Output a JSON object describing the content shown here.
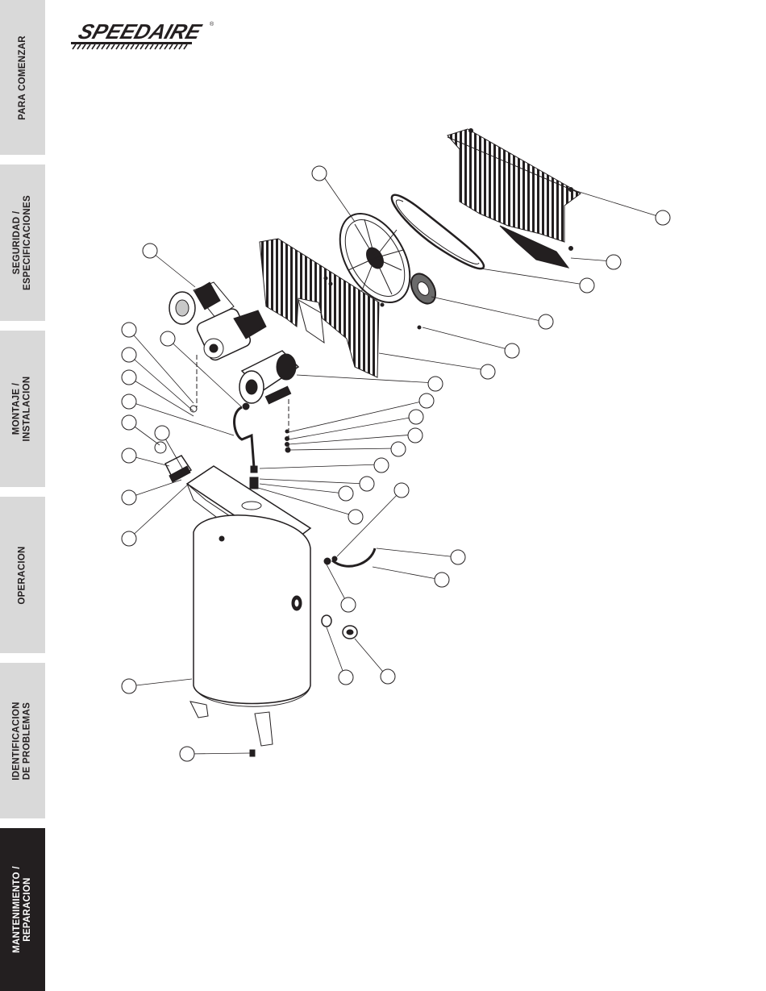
{
  "brand": {
    "name": "SPEEDAIRE",
    "registered_mark": "®"
  },
  "sidebar": {
    "tabs": [
      {
        "label": "PARA COMENZAR",
        "active": false
      },
      {
        "label": "SEGURIDAD /\nESPECIFICACIONES",
        "active": false
      },
      {
        "label": "MONTAJE /\nINSTALACION",
        "active": false
      },
      {
        "label": "OPERACION",
        "active": false
      },
      {
        "label": "IDENTIFICACION\nDE PROBLEMAS",
        "active": false
      },
      {
        "label": "MANTENIMIENTO /\nREPARACION",
        "active": true
      }
    ]
  },
  "colors": {
    "tab_bg": "#d9d9d9",
    "tab_active_bg": "#231f20",
    "ink": "#231f20"
  }
}
